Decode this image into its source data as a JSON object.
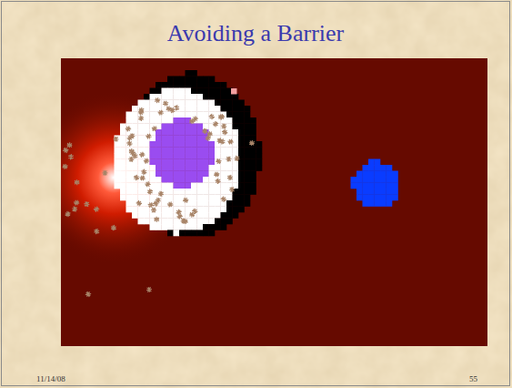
{
  "diagram": {
    "title": "Avoiding a Barrier",
    "labels": [
      "11/14/08",
      "55"
    ]
  }
}
